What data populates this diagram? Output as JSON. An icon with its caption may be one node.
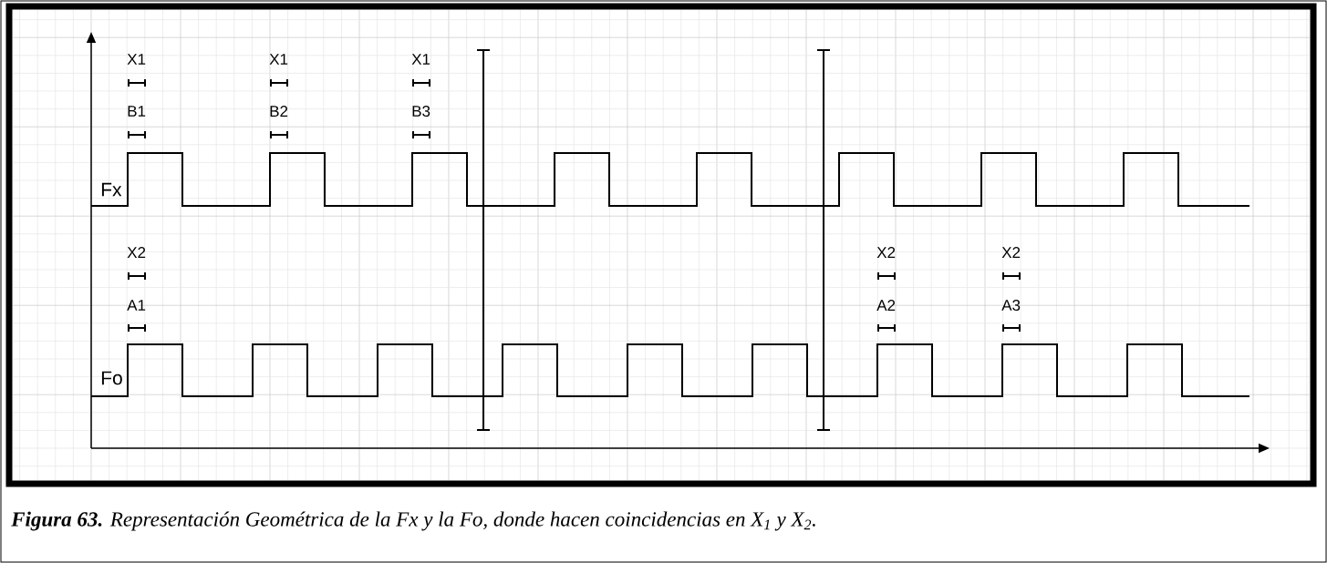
{
  "diagram": {
    "caption": "**Figura 63.** Representación Geométrica de la Fx y la Fo, donde hacen coincidencias en X$_{1}$ y X$_{2}$.",
    "labels": [
      "X1",
      "X1",
      "X1",
      "B1",
      "B2",
      "B3",
      "Fx",
      "X2",
      "X2",
      "X2",
      "A1",
      "A2",
      "A3",
      "Fo"
    ]
  }
}
